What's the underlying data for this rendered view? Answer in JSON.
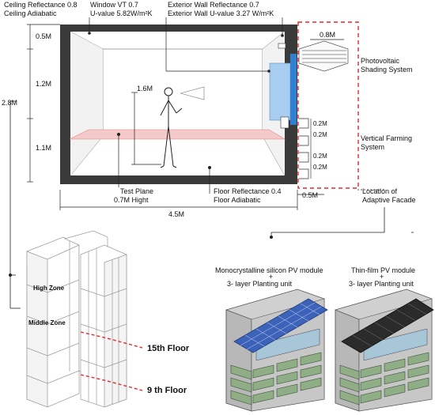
{
  "room": {
    "ceiling_reflectance": "Ceiling Reflectance 0.8",
    "ceiling_adiabatic": "Ceiling Adiabatic",
    "window_vt": "Window VT 0.7",
    "window_u": "U-value 5.82W/m²K",
    "ext_wall_reflectance": "Exterior Wall Reflectance 0.7",
    "ext_wall_u": "Exterior Wall U-value 3.27 W/m²K",
    "test_plane": "Test Plane",
    "test_plane_height": "0.7M Hight",
    "floor_reflectance": "Floor Reflectance 0.4",
    "floor_adiabatic": "Floor Adiabatic",
    "dim_width": "4.5M",
    "dim_depth": "0.5M",
    "dim_height_total": "2.8M",
    "dim_h1": "0.5M",
    "dim_h2": "1.2M",
    "dim_h3": "1.1M",
    "dim_person": "1.6M",
    "dim_shade": "0.8M",
    "dim_plant": [
      "0.2M",
      "0.2M",
      "0.2M",
      "0.2M"
    ]
  },
  "facade": {
    "pv_shading_line1": "Photovoltaic",
    "pv_shading_line2": "Shading System",
    "vertical_line1": "Vertical Farming",
    "vertical_line2": "System",
    "location_line1": "Location of",
    "location_line2": "Adaptive Facade"
  },
  "building": {
    "high_zone": "High Zone",
    "middle_zone": "Middle Zone",
    "floor_15": "15th Floor",
    "floor_9": "9 th Floor"
  },
  "modules": {
    "mono_line1": "Monocrystalline silicon PV module",
    "mono_plus": "+",
    "mono_line2": "3- layer Planting unit",
    "thin_line1": "Thin-film PV module",
    "thin_plus": "+",
    "thin_line2": "3- layer Planting unit"
  },
  "colors": {
    "wall": "#3a3a3a",
    "floor_plane": "#f4c9c9",
    "window": "#7db7ea",
    "dash_red": "#e8262b",
    "pv_blue": "#3c63b9",
    "thin_film": "#2b2b2b",
    "planter": "#8fae85"
  }
}
